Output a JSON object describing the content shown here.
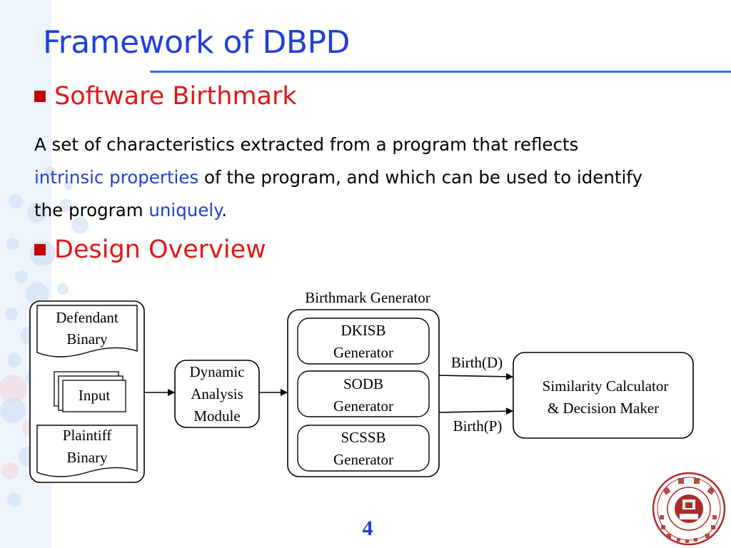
{
  "slide": {
    "title": "Framework of DBPD",
    "page_number": "4"
  },
  "sections": [
    {
      "heading": "Software Birthmark"
    },
    {
      "heading": "Design Overview"
    }
  ],
  "definition": {
    "part1": "A set of characteristics extracted from a program that reflects",
    "highlight1": "intrinsic properties",
    "part2": " of the program, and which can be used to identify the program ",
    "highlight2": "uniquely",
    "part3": "."
  },
  "diagram": {
    "inputs": {
      "defendant": [
        "Defendant",
        "Binary"
      ],
      "input": "Input",
      "plaintiff": [
        "Plaintiff",
        "Binary"
      ]
    },
    "analysis_module": [
      "Dynamic",
      "Analysis",
      "Module"
    ],
    "generator_group_label": "Birthmark Generator",
    "generators": [
      [
        "DKISB",
        "Generator"
      ],
      [
        "SODB",
        "Generator"
      ],
      [
        "SCSSB",
        "Generator"
      ]
    ],
    "edge_labels": [
      "Birth(D)",
      "Birth(P)"
    ],
    "calculator": [
      "Similarity Calculator",
      "& Decision Maker"
    ]
  },
  "colors": {
    "title": "#1f3fd8",
    "bullet_heading": "#e11717",
    "bullet_square": "#c00000",
    "highlight": "#1f3fd8",
    "rule": "#2f6fe0",
    "logo": "#b02a2a"
  }
}
